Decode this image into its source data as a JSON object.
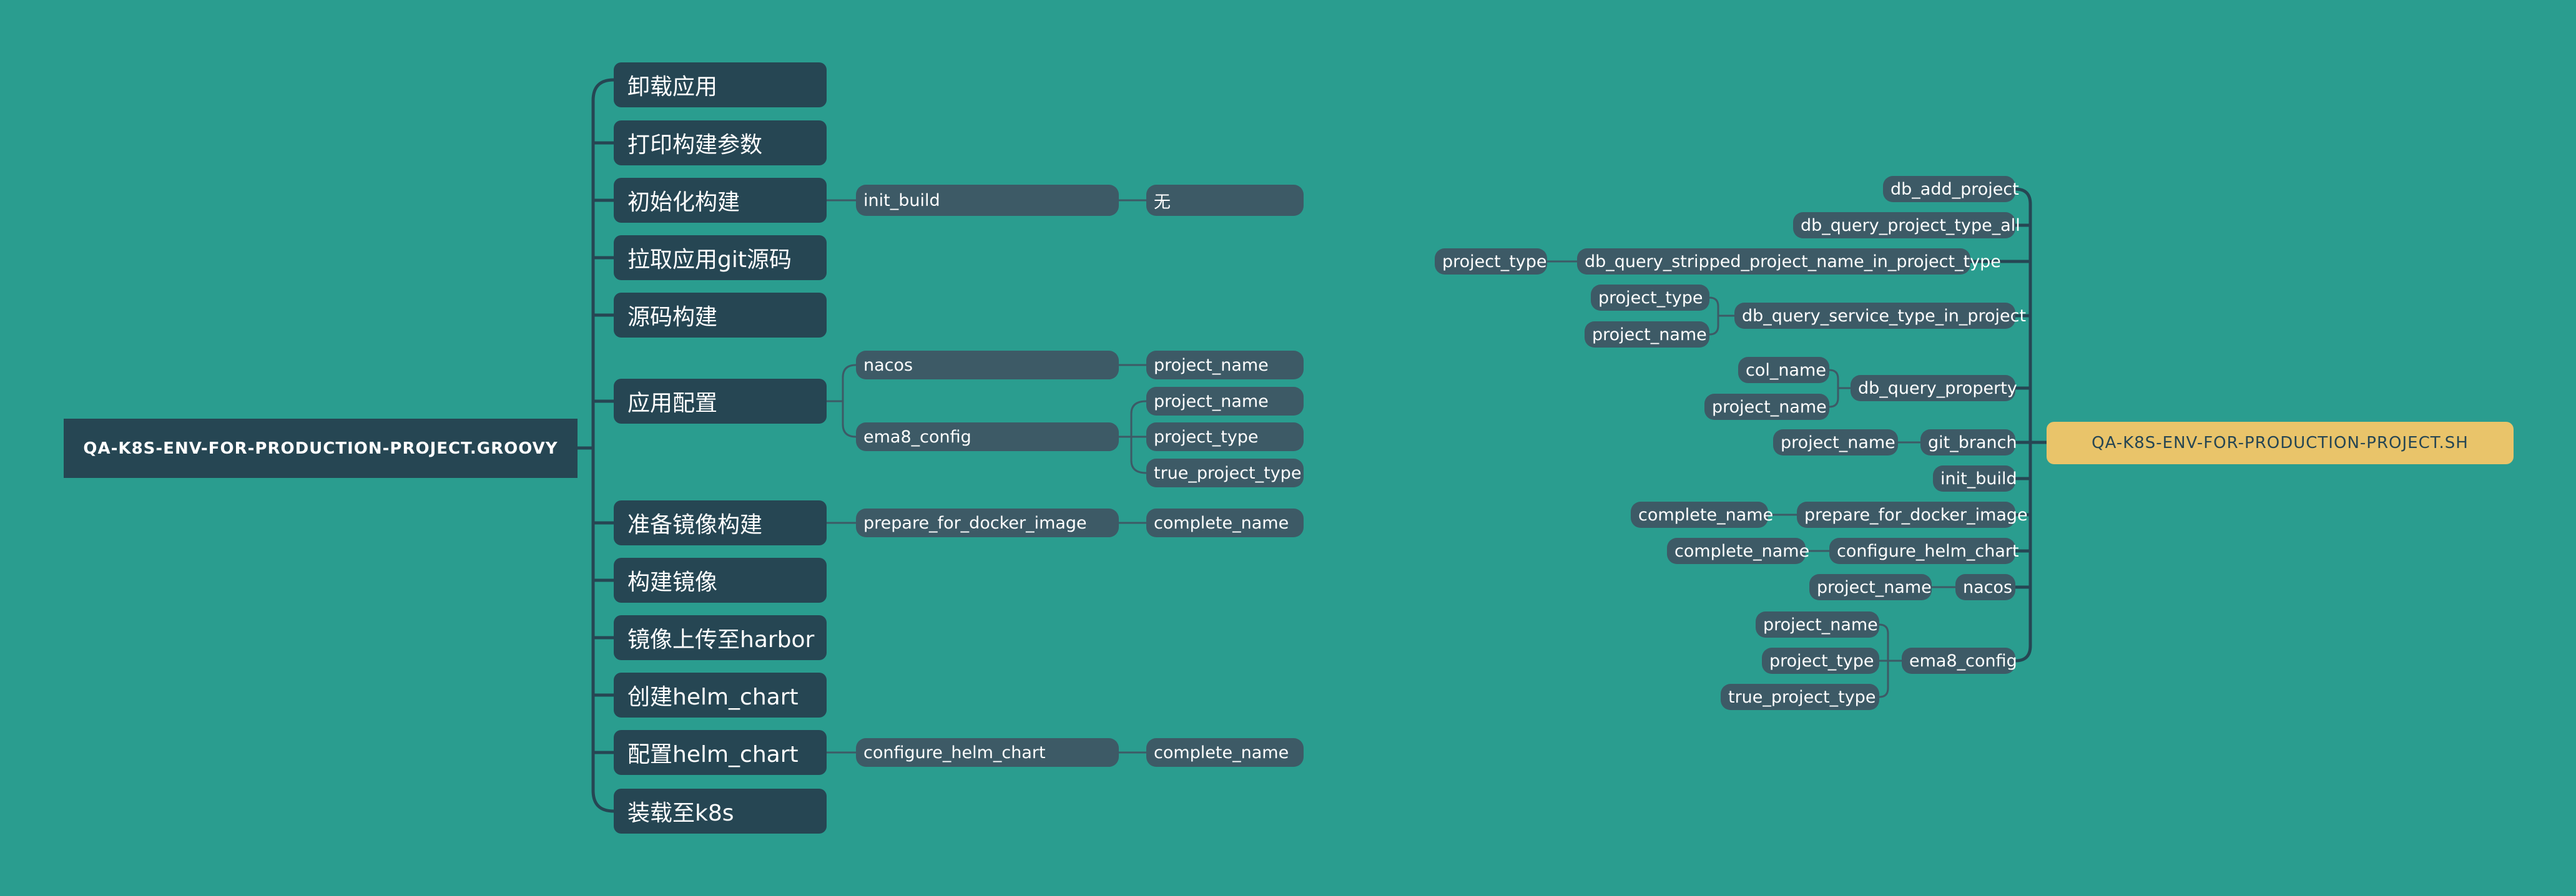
{
  "left_root": "QA-K8S-ENV-FOR-PRODUCTION-PROJECT.GROOVY",
  "left_branches": [
    {
      "label": "卸载应用"
    },
    {
      "label": "打印构建参数"
    },
    {
      "label": "初始化构建",
      "func": "init_build",
      "args": [
        "无"
      ]
    },
    {
      "label": "拉取应用git源码"
    },
    {
      "label": "源码构建"
    },
    {
      "label": "应用配置",
      "subs": [
        {
          "func": "nacos",
          "args": [
            "project_name"
          ]
        },
        {
          "func": "ema8_config",
          "args": [
            "project_name",
            "project_type",
            "true_project_type"
          ]
        }
      ]
    },
    {
      "label": "准备镜像构建",
      "func": "prepare_for_docker_image",
      "args": [
        "complete_name"
      ]
    },
    {
      "label": "构建镜像"
    },
    {
      "label": "镜像上传至harbor"
    },
    {
      "label": "创建helm_chart"
    },
    {
      "label": "配置helm_chart",
      "func": "configure_helm_chart",
      "args": [
        "complete_name"
      ]
    },
    {
      "label": "装载至k8s"
    }
  ],
  "right_root": "QA-K8S-ENV-FOR-PRODUCTION-PROJECT.SH",
  "right_functions": [
    {
      "name": "db_add_project",
      "args": []
    },
    {
      "name": "db_query_project_type_all",
      "args": []
    },
    {
      "name": "db_query_stripped_project_name_in_project_type",
      "args": [
        "project_type"
      ]
    },
    {
      "name": "db_query_service_type_in_project",
      "args": [
        "project_type",
        "project_name"
      ]
    },
    {
      "name": "db_query_property",
      "args": [
        "col_name",
        "project_name"
      ]
    },
    {
      "name": "git_branch",
      "args": [
        "project_name"
      ]
    },
    {
      "name": "init_build",
      "args": []
    },
    {
      "name": "prepare_for_docker_image",
      "args": [
        "complete_name"
      ]
    },
    {
      "name": "configure_helm_chart",
      "args": [
        "complete_name"
      ]
    },
    {
      "name": "nacos",
      "args": [
        "project_name"
      ]
    },
    {
      "name": "ema8_config",
      "args": [
        "project_name",
        "project_type",
        "true_project_type"
      ]
    }
  ]
}
